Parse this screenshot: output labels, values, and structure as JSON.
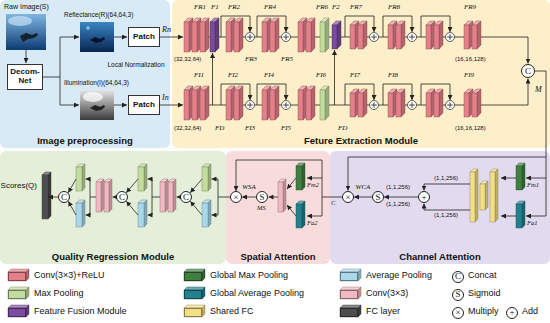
{
  "diagram": {
    "nodes": [
      {
        "text": [
          "Image preprocessing"
        ]
      },
      {
        "text": [
          "Feture Extraction Module"
        ]
      },
      {
        "text": [
          "Quality Regression Module"
        ]
      },
      {
        "text": [
          "Spatial Attention"
        ]
      },
      {
        "text": [
          "Channel Attention"
        ]
      },
      {
        "text": [
          "Decom-Net"
        ],
        "in": 0
      },
      {
        "text": [
          "Patch"
        ],
        "in": 0
      },
      {
        "text": [
          "Patch"
        ],
        "in": 0
      },
      {
        "text": [
          "C"
        ],
        "in": 1
      },
      {
        "text": [
          "×"
        ],
        "in": 4
      },
      {
        "text": [
          "S"
        ],
        "in": 4
      },
      {
        "text": [
          "+"
        ],
        "in": 4
      },
      {
        "text": [
          "×"
        ],
        "in": 3
      },
      {
        "text": [
          "S"
        ],
        "in": 3
      },
      {
        "text": [
          "Scores(Q)"
        ],
        "in": 2
      },
      {
        "text": [
          "C"
        ],
        "in": 2
      },
      {
        "text": [
          "C"
        ],
        "in": 2
      },
      {
        "text": [
          "C"
        ],
        "in": 2
      }
    ],
    "edges": [
      {
        "from": 10,
        "to": 9,
        "arrow": "to",
        "label": "WCA"
      },
      {
        "from": 11,
        "to": 10,
        "arrow": "to"
      },
      {
        "from": 9,
        "to": 12,
        "arrow": "to"
      },
      {
        "from": 13,
        "to": 12,
        "arrow": "to",
        "label": "WSA"
      },
      {
        "from": 15,
        "to": 14,
        "arrow": "to"
      }
    ],
    "labels": [
      "Raw Image(S)",
      "Reflectance(R)(64,64,3)",
      "Illumination(I)(64,64,3)",
      "Local Normalization",
      "Rn",
      "In",
      "(32,32,64)",
      "FR1",
      "F1",
      "FR2",
      "FR3",
      "FR4",
      "FR5",
      "FR6",
      "F2",
      "FR7",
      "FR8",
      "FR9",
      "(16,16,128)",
      "(32,32,64)",
      "FI1",
      "FD",
      "FI2",
      "FI3",
      "FI4",
      "FI5",
      "FI6",
      "FD",
      "FI7",
      "FI8",
      "FI9",
      "(16,16,128)",
      "M",
      "Fm1",
      "Fa1",
      "(1,1,256)",
      "(1,1,256)",
      "(1,1,256)",
      "(1,1,256)",
      "C",
      "Fm2",
      "Fa2",
      "MS",
      "C",
      "S",
      "×",
      "+"
    ],
    "legend": [
      {
        "text": "Conv(3×3)+ReLU",
        "color": "#e5808a"
      },
      {
        "text": "Global Max Pooling",
        "color": "#3f7f3f"
      },
      {
        "text": "Average Pooling",
        "color": "#a9d8ea"
      },
      {
        "text": "Concat"
      },
      {
        "text": "Max Pooling",
        "color": "#c3dd9e"
      },
      {
        "text": "Global Average Pooling",
        "color": "#23808f"
      },
      {
        "text": "Conv(3×3)",
        "color": "#f2b9c2"
      },
      {
        "text": "Sigmoid"
      },
      {
        "text": "Feature Fusion Module",
        "color": "#7a4b9e"
      },
      {
        "text": "Shared FC",
        "color": "#f3df86"
      },
      {
        "text": "FC layer",
        "color": "#4d4d4d"
      },
      {
        "text": "Multiply"
      },
      {
        "text": "Add"
      }
    ]
  }
}
